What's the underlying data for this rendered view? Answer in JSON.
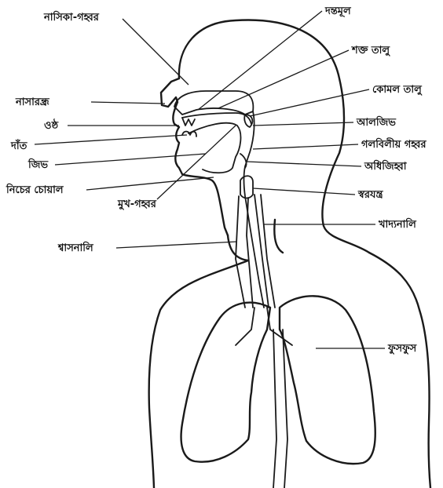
{
  "labels": {
    "nasal_cavity": "নাসিকা-গহ্বর",
    "tooth_root": "দন্তমূল",
    "hard_palate": "শক্ত তালু",
    "nostril": "নাসারন্ধ্র",
    "soft_palate": "কোমল তালু",
    "lip": "ওষ্ঠ",
    "uvula": "আলজিভ",
    "teeth": "দাঁত",
    "pharynx": "গলবিলীয় গহ্বর",
    "tongue": "জিভ",
    "epiglottis": "অধিজিহ্বা",
    "lower_jaw": "নিচের চোয়াল",
    "larynx": "স্বরযন্ত্র",
    "oral_cavity": "মুখ-গহ্বর",
    "esophagus": "খাদ্যনালি",
    "trachea": "শ্বাসনালি",
    "lungs": "ফুসফুস"
  }
}
